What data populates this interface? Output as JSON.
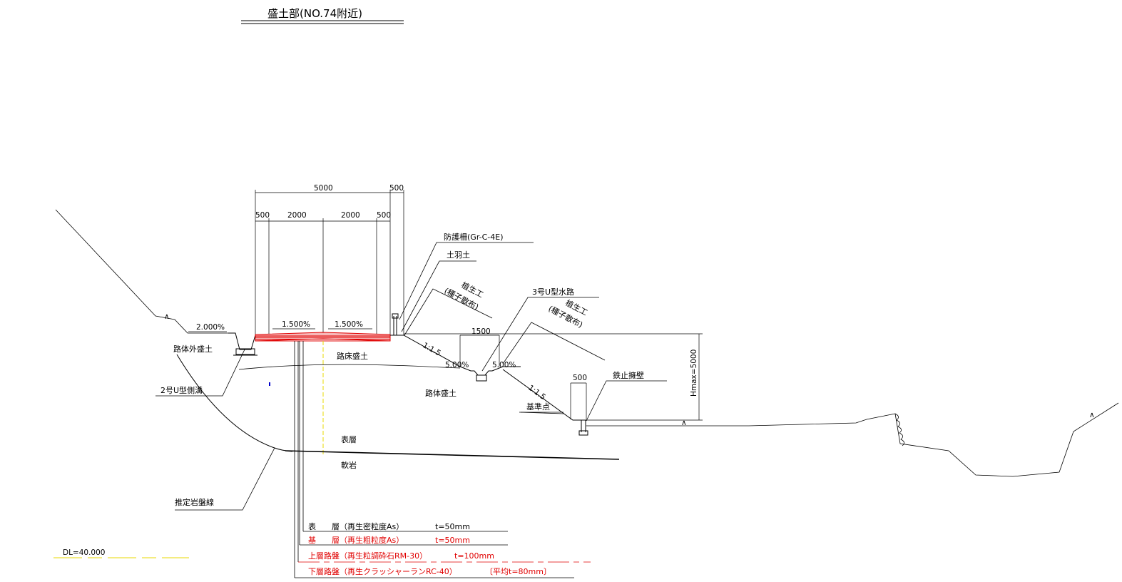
{
  "title": "盛土部(NO.74附近)",
  "dims": {
    "total_width": "5000",
    "shoulder_width": "500",
    "left_shoulder": "500",
    "lane_left": "2000",
    "lane_right": "2000",
    "right_shoulder": "500",
    "berm_width": "1500",
    "wall_width": "500",
    "height": "Hmax=5000"
  },
  "slopes": {
    "left_fill": "2.000%",
    "lane_left": "1.500%",
    "lane_right": "1.500%",
    "upper_embankment": "1:1.5",
    "lower_embankment": "1:1.5",
    "ditch_left": "5.00%",
    "ditch_right": "5.00%"
  },
  "labels": {
    "guardrail": "防護柵(Gr-C-4E)",
    "soil_shoulder": "土羽土",
    "vegetation_1": "植生工",
    "vegetation_1_sub": "(種子散布)",
    "u_channel_3": "3号U型水路",
    "vegetation_2": "植生工",
    "vegetation_2_sub": "(種子散布)",
    "retaining_wall": "鉄止擁壁",
    "outer_fill": "路体外盛土",
    "subgrade_fill": "路床盛土",
    "body_fill": "路体盛土",
    "u_ditch_2": "2号U型側溝",
    "reference_point": "基準点",
    "surface_layer": "表層",
    "soft_rock": "軟岩",
    "bedrock_line": "推定岩盤線",
    "datum": "DL=40.000"
  },
  "pavement": [
    {
      "name": "表　　層（再生密粒度As）",
      "thickness": "t=50mm",
      "color": "#000000"
    },
    {
      "name": "基　　層（再生粗粒度As）",
      "thickness": "t=50mm",
      "color": "#e00000"
    },
    {
      "name": "上層路盤（再生粒調砕石RM-30）",
      "thickness": "t=100mm",
      "color": "#e00000"
    },
    {
      "name": "下層路盤（再生クラッシャーランRC-40）",
      "thickness": "〔平均t=80mm〕",
      "color": "#e00000"
    }
  ],
  "colors": {
    "line": "#000000",
    "pavement_red": "#e00000",
    "centerline_yellow": "#e8d800"
  }
}
